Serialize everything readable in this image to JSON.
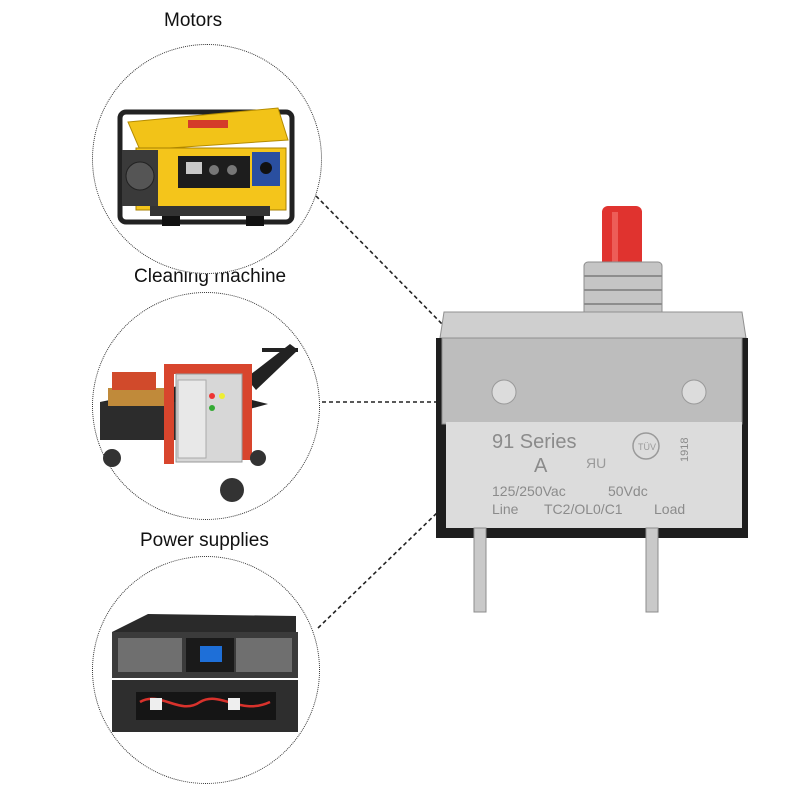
{
  "applications": [
    {
      "label": "Motors",
      "illustration": "generator-icon"
    },
    {
      "label": "Cleaning machine",
      "illustration": "pressure-washer-icon"
    },
    {
      "label": "Power supplies",
      "illustration": "ups-icon"
    }
  ],
  "breaker": {
    "series": "91 Series",
    "rating": "A",
    "voltage_ac": "125/250Vac",
    "voltage_dc": "50Vdc",
    "line": "Line",
    "code": "TC2/OL0/C1",
    "load": "Load",
    "date_code": "1918",
    "button_color": "#e0332f",
    "housing_color": "#dcdcdc",
    "plate_color": "#bfbfbf"
  }
}
